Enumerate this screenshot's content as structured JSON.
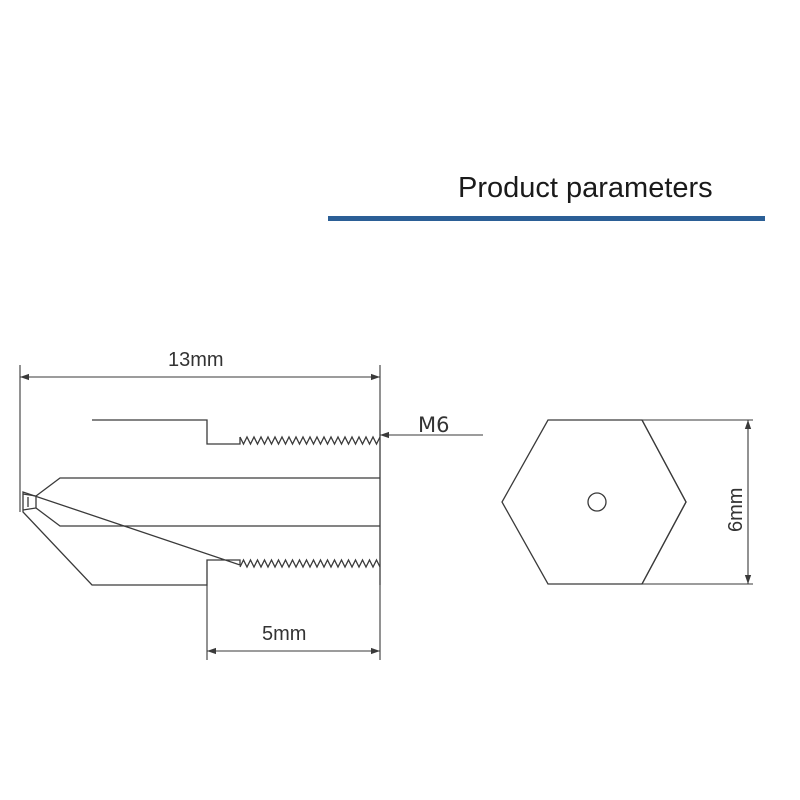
{
  "header": {
    "title": "Product parameters",
    "rule_color": "#2b5f96"
  },
  "diagram": {
    "line_color": "#3a3a3a",
    "side_view": {
      "total_length_label": "13mm",
      "thread_label": "M6",
      "thread_length_label": "5mm"
    },
    "end_view": {
      "hex_width_label": "6mm"
    }
  }
}
